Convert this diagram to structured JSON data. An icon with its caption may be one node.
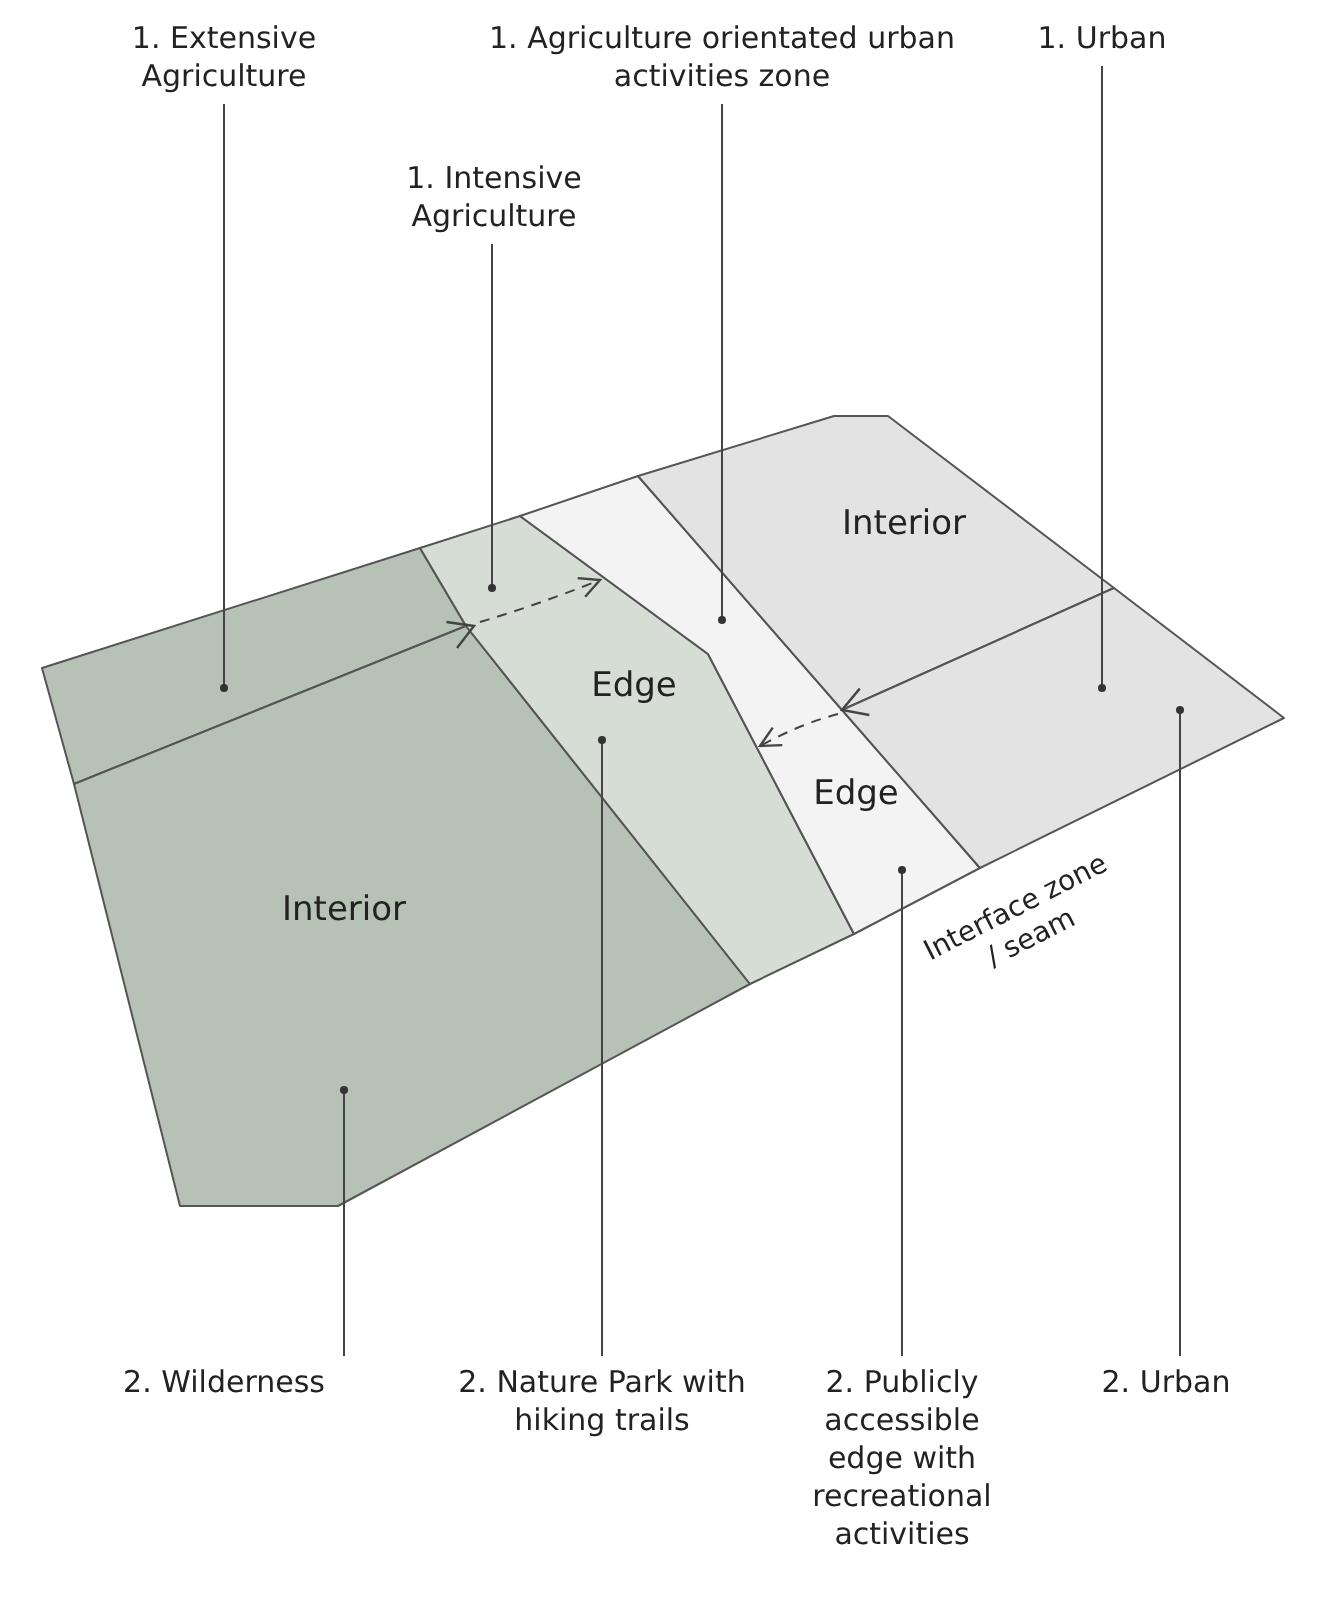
{
  "diagram": {
    "nodes": [
      {
        "text": [
          "1. Extensive Agriculture"
        ]
      },
      {
        "text": [
          "1. Intensive Agriculture"
        ]
      },
      {
        "text": [
          "1. Agriculture orientated urban activities zone"
        ]
      },
      {
        "text": [
          "1. Urban"
        ]
      },
      {
        "text": [],
        "shape": "box"
      },
      {
        "text": [
          "Interior"
        ]
      },
      {
        "text": [
          "Edge"
        ]
      },
      {
        "text": [
          "Edge"
        ]
      },
      {
        "text": [
          "Interior"
        ]
      },
      {
        "text": [],
        "shape": "box"
      },
      {
        "text": [
          "2. Wilderness"
        ]
      },
      {
        "text": [
          "2. Nature Park with hiking trails"
        ]
      },
      {
        "text": [
          "2. Publicly accessible edge with recreational activities"
        ]
      },
      {
        "text": [
          "2. Urban"
        ]
      }
    ],
    "edges": [
      {
        "from": 0,
        "to": 4,
        "arrow": "other"
      },
      {
        "from": 1,
        "to": 6,
        "arrow": "other"
      },
      {
        "from": 2,
        "to": 7,
        "arrow": "other"
      },
      {
        "from": 3,
        "to": 9,
        "arrow": "other"
      },
      {
        "from": 10,
        "to": 5,
        "arrow": "other"
      },
      {
        "from": 11,
        "to": 6,
        "arrow": "other"
      },
      {
        "from": 12,
        "to": 7,
        "arrow": "other"
      },
      {
        "from": 13,
        "to": 9,
        "arrow": "other"
      },
      {
        "from": 4,
        "to": 6,
        "arrow": "to",
        "style": "dashed"
      },
      {
        "from": 9,
        "to": 7,
        "arrow": "to",
        "style": "dashed"
      }
    ],
    "labels": [
      "Interface zone / seam"
    ]
  }
}
